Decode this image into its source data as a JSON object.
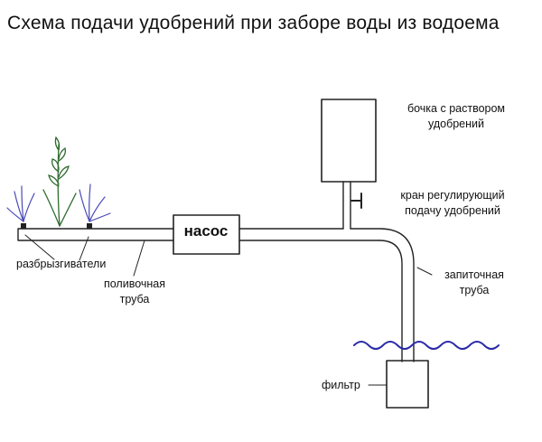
{
  "title": "Схема подачи удобрений при заборе воды из водоема",
  "labels": {
    "pump": "насос",
    "tank": [
      "бочка с раствором",
      "удобрений"
    ],
    "valve": [
      "кран регулирующий",
      "подачу удобрений"
    ],
    "sprinklers": "разбрызгиватели",
    "irrigation_pipe": [
      "поливочная",
      "труба"
    ],
    "intake_pipe": [
      "запиточная",
      "труба"
    ],
    "filter": "фильтр"
  },
  "colors": {
    "line": "#222222",
    "water": "#2a2aa8",
    "grass_blue": "#4a4ab8",
    "grass_green": "#2f6b2f"
  }
}
